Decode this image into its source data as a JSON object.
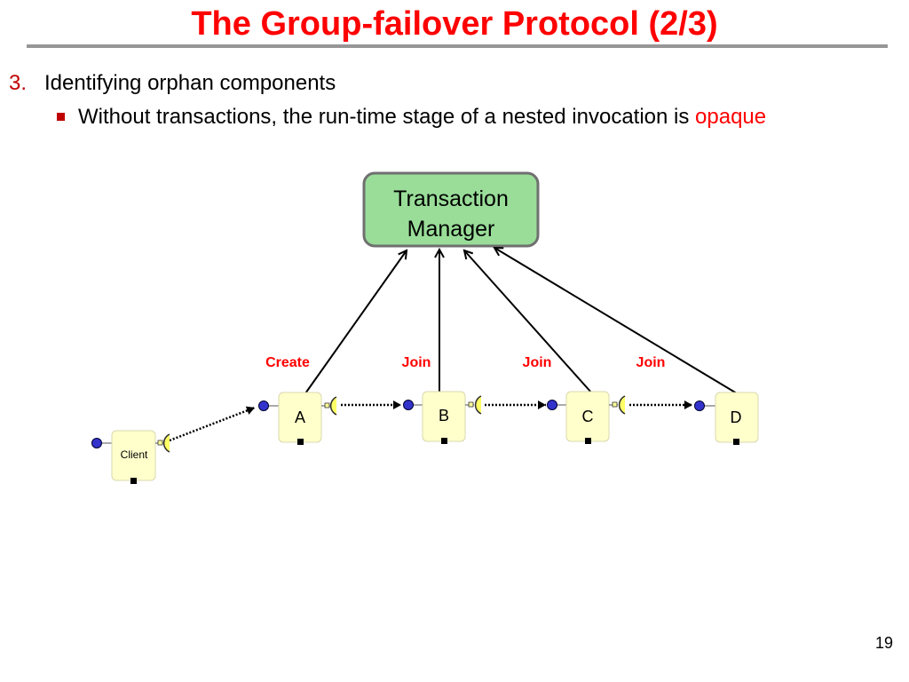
{
  "slide": {
    "title": "The Group-failover Protocol (2/3)",
    "page_number": "19"
  },
  "bullets": {
    "number": "3.",
    "text": "Identifying orphan components",
    "sub_text": "Without transactions, the run-time stage of a nested invocation is ",
    "sub_highlight": "opaque"
  },
  "diagram": {
    "manager": {
      "line1": "Transaction",
      "line2": "Manager"
    },
    "edges": [
      "Create",
      "Join",
      "Join",
      "Join"
    ],
    "components": [
      "A",
      "B",
      "C",
      "D"
    ],
    "client": "Client"
  },
  "colors": {
    "title": "#ff0000",
    "rule": "#969696",
    "manager_fill": "#99dd99",
    "manager_stroke": "#707070",
    "component_fill": "#ffffcc",
    "receptacle_fill": "#ffff66",
    "facet_fill": "#3333cc",
    "edge_label": "#ff0000"
  }
}
